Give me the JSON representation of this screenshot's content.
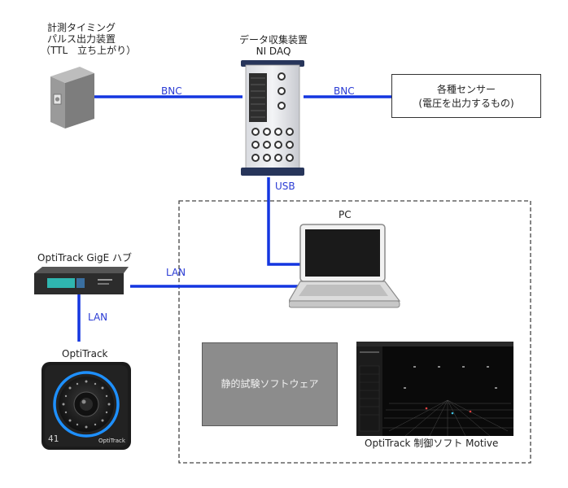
{
  "trigger_device": {
    "label_line1": "計測タイミング",
    "label_line2": "パルス出力装置",
    "label_line3": "（TTL　立ち上がり）"
  },
  "daq": {
    "label_line1": "データ収集装置",
    "label_line2": "NI DAQ"
  },
  "sensor": {
    "label_line1": "各種センサー",
    "label_line2": "(電圧を出力するもの)"
  },
  "connections": {
    "bnc_left": "BNC",
    "bnc_right": "BNC",
    "usb": "USB",
    "lan_hub_pc": "LAN",
    "lan_hub_cam": "LAN"
  },
  "pc": {
    "label": "PC"
  },
  "hub": {
    "label": "OptiTrack GigE ハブ"
  },
  "camera": {
    "label": "OptiTrack",
    "display_digits": "41",
    "brand_text": "OptiTrack"
  },
  "static_software": {
    "label": "静的試験ソフトウェア"
  },
  "motive": {
    "label": "OptiTrack 制御ソフト Motive"
  },
  "colors": {
    "cable": "#1436e0",
    "label_blue": "#2a3bd4",
    "box_gray": "#8c8c8c",
    "camera_ring": "#1e90ff"
  }
}
